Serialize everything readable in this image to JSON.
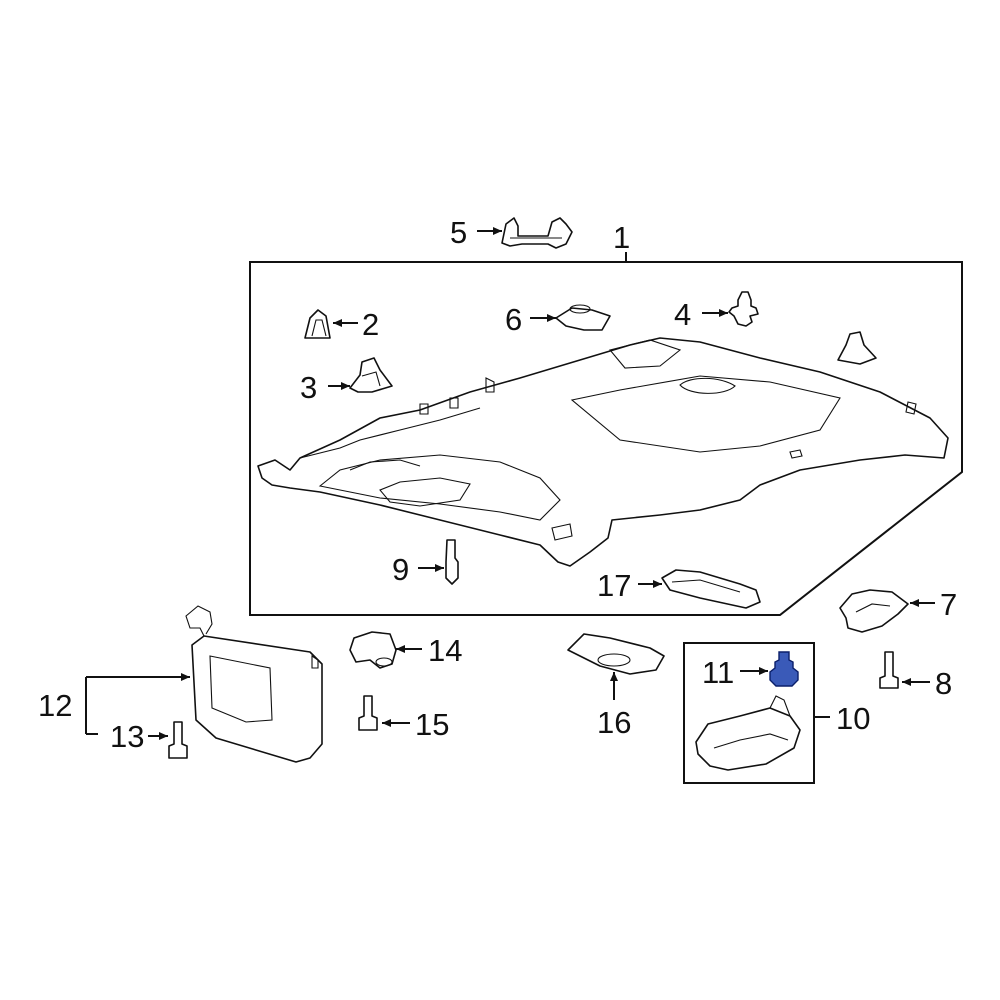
{
  "diagram": {
    "highlight_color": "#3a5ab8",
    "highlighted_part": "11",
    "callouts": {
      "c1": "1",
      "c2": "2",
      "c3": "3",
      "c4": "4",
      "c5": "5",
      "c6": "6",
      "c7": "7",
      "c8": "8",
      "c9": "9",
      "c10": "10",
      "c11": "11",
      "c12": "12",
      "c13": "13",
      "c14": "14",
      "c15": "15",
      "c16": "16",
      "c17": "17"
    }
  }
}
